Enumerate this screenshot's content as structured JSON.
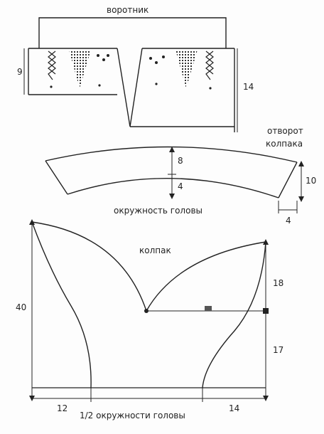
{
  "top_piece": {
    "title": "воротник",
    "dim_left": "9",
    "dim_right": "14"
  },
  "middle_piece": {
    "title_line1": "отворот",
    "title_line2": "колпака",
    "dim_top": "8",
    "dim_bottom": "4",
    "dim_right": "10",
    "dim_corner": "4",
    "caption": "окружность головы"
  },
  "bottom_piece": {
    "title": "колпак",
    "dim_left": "40",
    "dim_right_upper": "18",
    "dim_right_lower": "17",
    "dim_bottom_left": "12",
    "dim_bottom_right": "14",
    "caption": "1/2 окружности головы"
  }
}
